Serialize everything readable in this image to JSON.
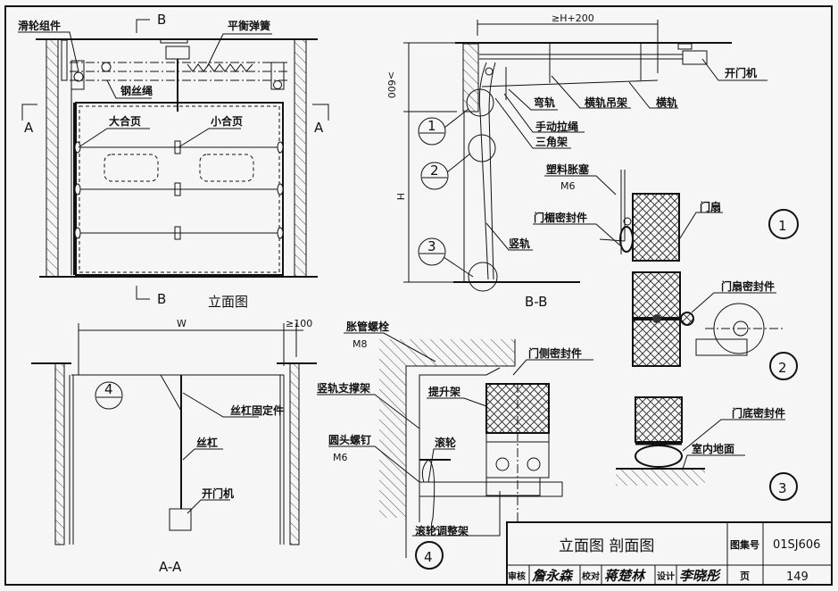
{
  "drawing": {
    "elevation": {
      "title": "立面图",
      "section_mark_b": "B",
      "section_mark_a": "A",
      "labels": {
        "pulley_assembly": "滑轮组件",
        "balance_spring": "平衡弹簧",
        "wire_rope": "钢丝绳",
        "large_hinge": "大合页",
        "small_hinge": "小合页"
      }
    },
    "section_aa": {
      "title": "A-A",
      "dim_width": "W",
      "dim_min": "≥100",
      "detail_ref": "4",
      "labels": {
        "screw_fixture": "丝杠固定件",
        "screw_rod": "丝杠",
        "door_opener": "开门机"
      }
    },
    "section_bb": {
      "title": "B-B",
      "dim_top": "≥H+200",
      "dim_headroom": ">600",
      "dim_height": "H",
      "detail_refs": [
        "1",
        "2",
        "3"
      ],
      "labels": {
        "door_opener": "开门机",
        "curved_track": "弯轨",
        "track_hanger": "横轨吊架",
        "horizontal_track": "横轨",
        "manual_rope": "手动拉绳",
        "triangle_bracket": "三角架",
        "vertical_track": "竖轨"
      }
    },
    "detail_1": {
      "number": "1",
      "labels": {
        "plastic_anchor": "塑料胀塞",
        "anchor_size": "M6",
        "lintel_seal": "门楣密封件",
        "door_leaf": "门扇"
      }
    },
    "detail_2": {
      "number": "2",
      "labels": {
        "leaf_seal": "门扇密封件"
      }
    },
    "detail_3": {
      "number": "3",
      "labels": {
        "bottom_seal": "门底密封件",
        "indoor_floor": "室内地面"
      }
    },
    "detail_4": {
      "number": "4",
      "labels": {
        "expansion_bolt": "胀管螺栓",
        "bolt_size": "M8",
        "side_seal": "门侧密封件",
        "track_support": "竖轨支撑架",
        "lift_bracket": "提升架",
        "round_head_screw": "圆头螺钉",
        "screw_size": "M6",
        "roller": "滚轮",
        "roller_adjuster": "滚轮调整架"
      }
    }
  },
  "title_block": {
    "title": "立面图  剖面图",
    "atlas_no_label": "图集号",
    "atlas_no": "01SJ606",
    "review_label": "审核",
    "reviewer_signature": "詹永森",
    "check_label": "校对",
    "checker_signature": "蒋楚林",
    "design_label": "设计",
    "designer_signature": "李晓彤",
    "page_label": "页",
    "page": "149"
  }
}
